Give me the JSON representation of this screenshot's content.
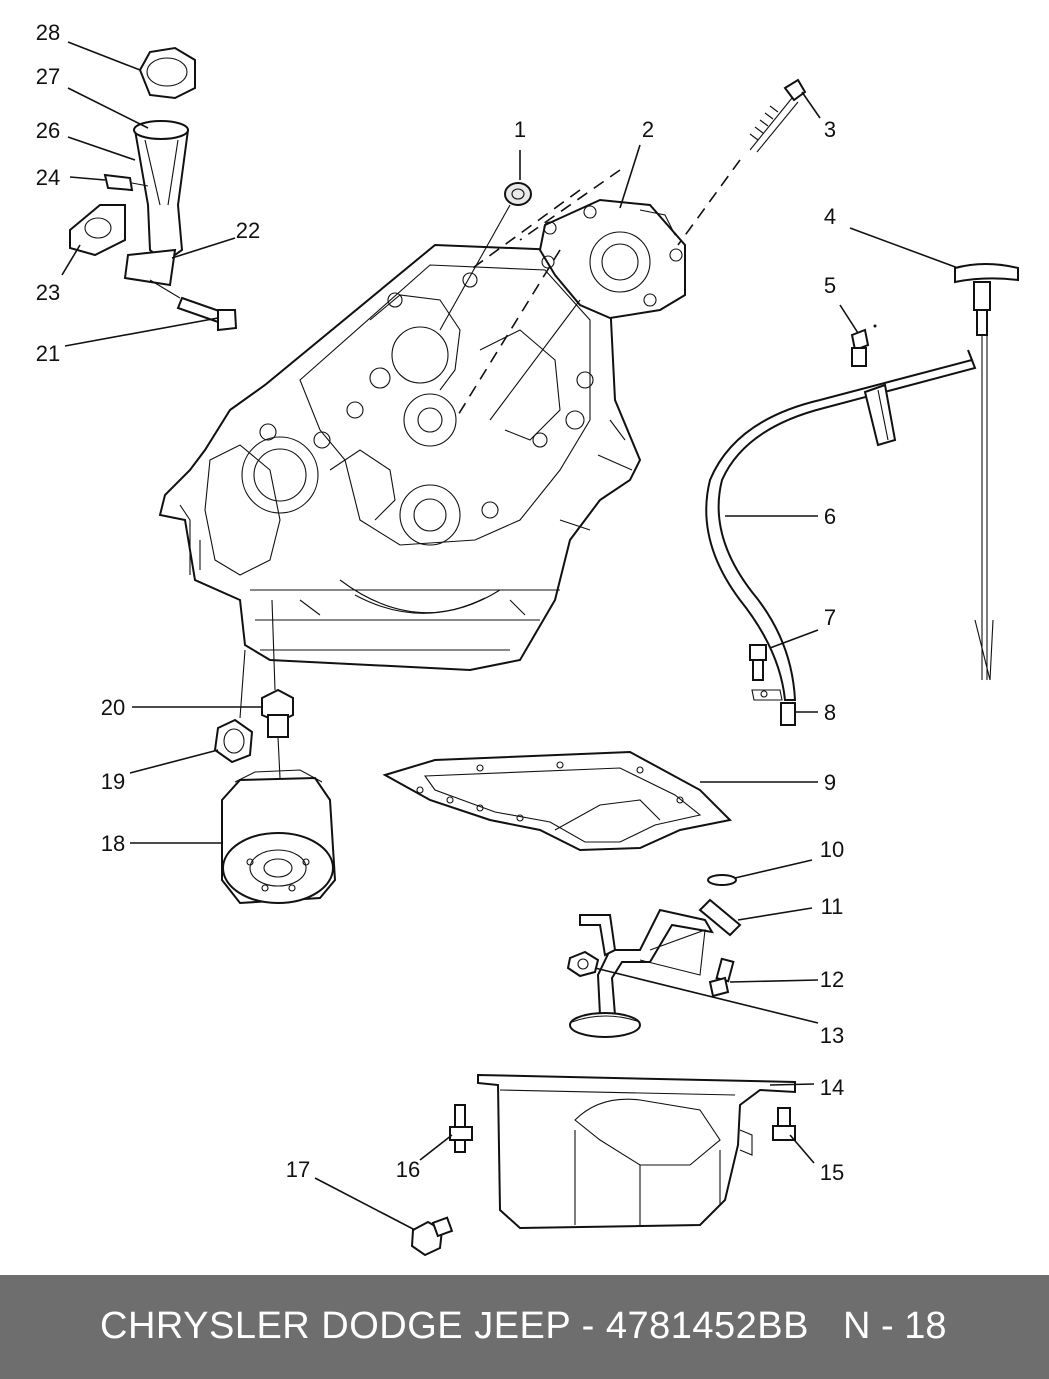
{
  "callouts": {
    "c1": "1",
    "c2": "2",
    "c3": "3",
    "c4": "4",
    "c5": "5",
    "c6": "6",
    "c7": "7",
    "c8": "8",
    "c9": "9",
    "c10": "10",
    "c11": "11",
    "c12": "12",
    "c13": "13",
    "c14": "14",
    "c15": "15",
    "c16": "16",
    "c17": "17",
    "c18": "18",
    "c19": "19",
    "c20": "20",
    "c21": "21",
    "c22": "22",
    "c23": "23",
    "c24": "24",
    "c26": "26",
    "c27": "27",
    "c28": "28"
  },
  "footer": {
    "title": "CHRYSLER DODGE JEEP - 4781452BB",
    "page": "N - 18"
  },
  "colors": {
    "footer_bg": "#6e6e6e",
    "line": "#111111",
    "background": "#ffffff"
  }
}
